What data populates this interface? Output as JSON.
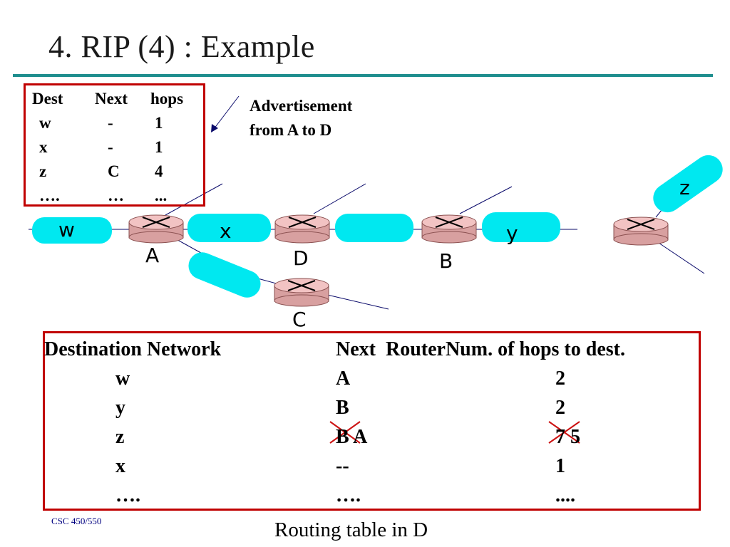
{
  "title": "4. RIP (4) : Example",
  "advertisement": {
    "headers": [
      "Dest",
      "Next",
      "hops"
    ],
    "rows": [
      [
        "w",
        "-",
        "1"
      ],
      [
        "x",
        "-",
        "1"
      ],
      [
        "z",
        "C",
        "4"
      ],
      [
        "….",
        "…",
        "..."
      ]
    ],
    "caption_line1": "Advertisement",
    "caption_line2": "from A to D"
  },
  "network": {
    "routers": [
      "A",
      "D",
      "B",
      "C"
    ],
    "networks": [
      "w",
      "x",
      "y",
      "z"
    ]
  },
  "routing_table": {
    "headers": [
      "Destination Network",
      "Next  Router",
      "Num. of hops to dest."
    ],
    "rows": [
      {
        "dest": "w",
        "next": "A",
        "hops": "2"
      },
      {
        "dest": "y",
        "next": "B",
        "hops": "2"
      },
      {
        "dest": "z",
        "next": "B A",
        "hops": "7 5"
      },
      {
        "dest": "x",
        "next": "--",
        "hops": "1"
      },
      {
        "dest": "….",
        "next": "….",
        "hops": "...."
      }
    ]
  },
  "colors": {
    "cloud": "#00e8f0",
    "router": "#f2c3c3",
    "box_border": "#c00000",
    "title_rule": "#1e8e8e"
  },
  "course_label": "CSC 450/550",
  "caption": "Routing table in D"
}
